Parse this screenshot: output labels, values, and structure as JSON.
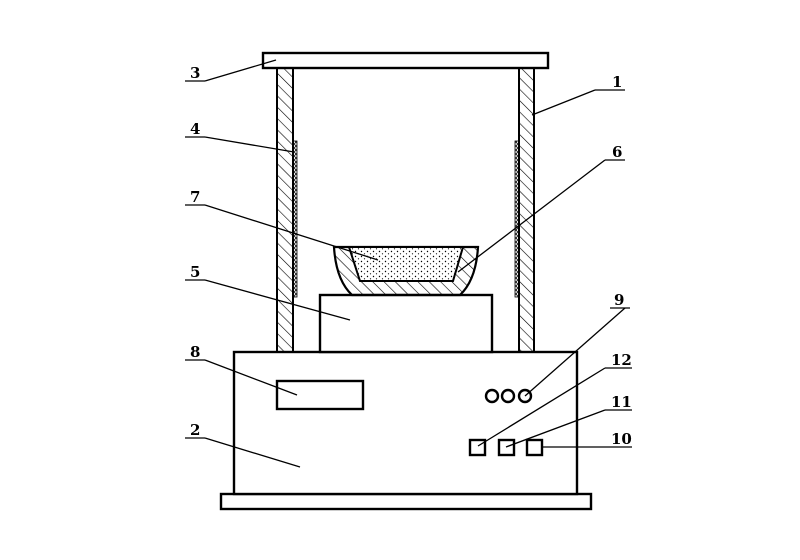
{
  "figure": {
    "type": "apparatus schematic",
    "colors": {
      "line": "#000000",
      "background": "#ffffff"
    },
    "labels": {
      "l1": "1",
      "l2": "2",
      "l3": "3",
      "l4": "4",
      "l5": "5",
      "l6": "6",
      "l7": "7",
      "l8": "8",
      "l9": "9",
      "l10": "10",
      "l11": "11",
      "l12": "12"
    }
  }
}
